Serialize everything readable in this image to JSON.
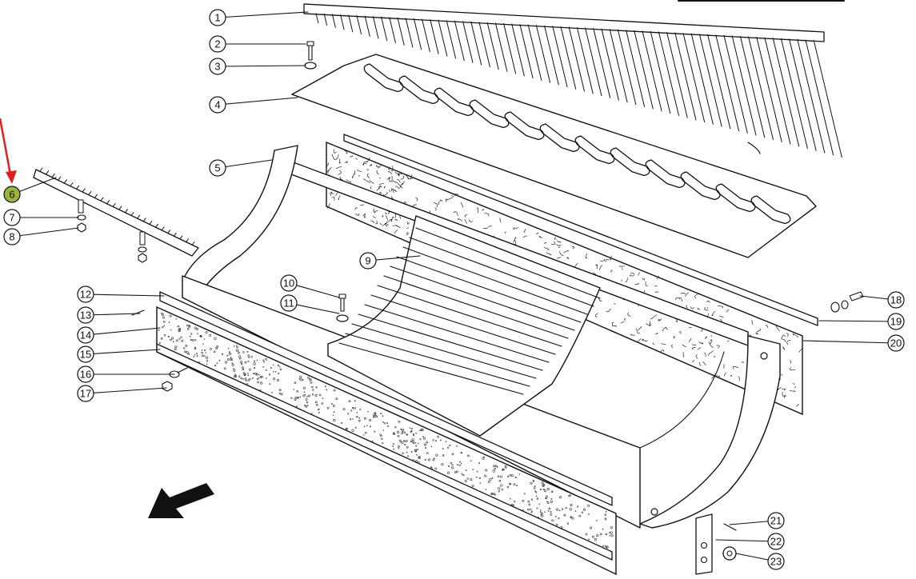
{
  "diagram": {
    "highlight_color": "#9bb53a",
    "pointer_color": "#e0201b",
    "highlighted_callout": "6",
    "callouts": [
      {
        "label": "1"
      },
      {
        "label": "2"
      },
      {
        "label": "3"
      },
      {
        "label": "4"
      },
      {
        "label": "5"
      },
      {
        "label": "6"
      },
      {
        "label": "7"
      },
      {
        "label": "8"
      },
      {
        "label": "9"
      },
      {
        "label": "10"
      },
      {
        "label": "11"
      },
      {
        "label": "12"
      },
      {
        "label": "13"
      },
      {
        "label": "14"
      },
      {
        "label": "15"
      },
      {
        "label": "16"
      },
      {
        "label": "17"
      },
      {
        "label": "18"
      },
      {
        "label": "19"
      },
      {
        "label": "20"
      },
      {
        "label": "21"
      },
      {
        "label": "22"
      },
      {
        "label": "23"
      }
    ]
  }
}
